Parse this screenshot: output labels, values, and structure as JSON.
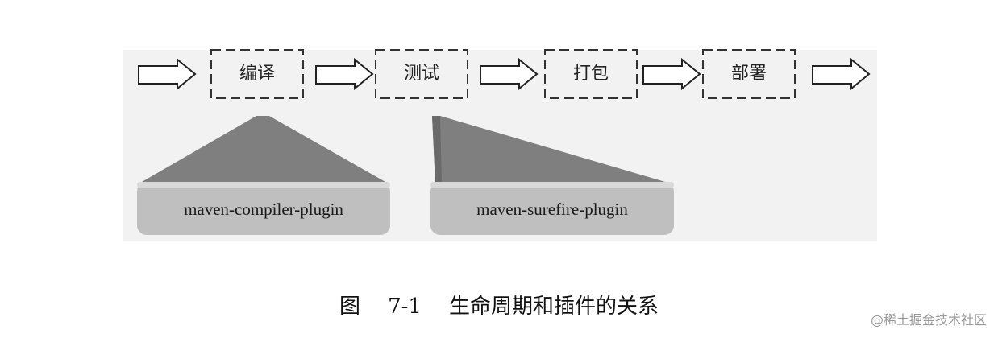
{
  "phases": [
    {
      "label": "编译"
    },
    {
      "label": "测试"
    },
    {
      "label": "打包"
    },
    {
      "label": "部署"
    }
  ],
  "plugins": [
    {
      "label": "maven-compiler-plugin",
      "bound_phase": "编译"
    },
    {
      "label": "maven-surefire-plugin",
      "bound_phase": "测试"
    }
  ],
  "caption": {
    "figure": "图",
    "number": "7-1",
    "title": "生命周期和插件的关系"
  },
  "watermark": "@稀土掘金技术社区",
  "colors": {
    "panel_background": "#f2f2f2",
    "triangle_fill": "#7f7f7f",
    "plugin_box_fill": "#bfbfbf",
    "dashed_border": "#333333",
    "arrow_stroke": "#222222"
  }
}
